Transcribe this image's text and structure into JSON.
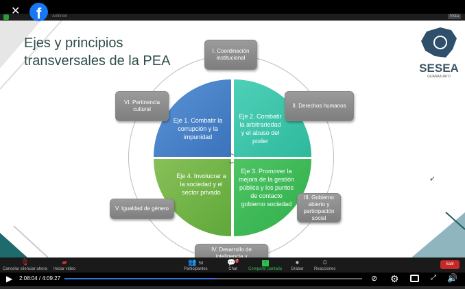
{
  "overlay": {
    "close": "✕",
    "facebook": "f",
    "view_label": "Vista",
    "host_label": "Anfitrión"
  },
  "slide": {
    "title_line1": "Ejes y principios",
    "title_line2": "transversales de la PEA",
    "logo_text": "SESEA",
    "logo_sub": "GUANAJUATO",
    "axes": [
      "Eje 1. Combatir la corrupción y la impunidad",
      "Eje 2. Combatir la arbitrariedad y el abuso del poder",
      "Eje 3. Promover la mejora de la gestión pública y los puntos de contacto gobierno sociedad",
      "Eje 4. Involucrar a la sociedad y el sector privado"
    ],
    "principles": [
      "I. Coordinación institucional",
      "II. Derechos humanos",
      "III. Gobierno abierto y participación social",
      "IV. Desarrollo de inteligencia y",
      "V. Igualdad de género",
      "VI. Pertinencia cultural"
    ]
  },
  "zoom_toolbar": {
    "mute": "Cancelar silenciar ahora",
    "video": "Iniciar video",
    "participants": "Participantes",
    "participants_count": "58",
    "chat": "Chat",
    "chat_badge": "7",
    "share": "Compartir pantalla",
    "record": "Grabar",
    "reactions": "Reacciones",
    "leave": "Salir"
  },
  "player": {
    "time": "2:08:04 / 4:09:27",
    "progress": 0.51
  }
}
